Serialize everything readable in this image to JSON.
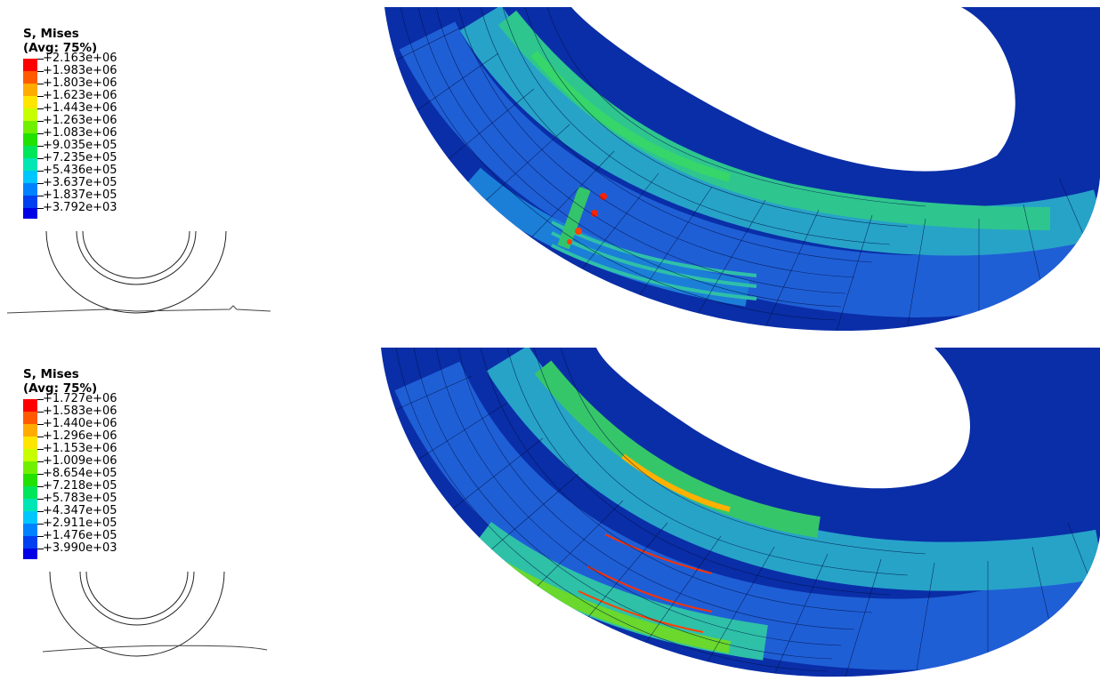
{
  "panels": [
    {
      "legend": {
        "title": "S, Mises",
        "subtitle": "(Avg: 75%)",
        "values": [
          "+2.163e+06",
          "+1.983e+06",
          "+1.803e+06",
          "+1.623e+06",
          "+1.443e+06",
          "+1.263e+06",
          "+1.083e+06",
          "+9.035e+05",
          "+7.235e+05",
          "+5.436e+05",
          "+3.637e+05",
          "+1.837e+05",
          "+3.792e+03"
        ]
      }
    },
    {
      "legend": {
        "title": "S, Mises",
        "subtitle": "(Avg: 75%)",
        "values": [
          "+1.727e+06",
          "+1.583e+06",
          "+1.440e+06",
          "+1.296e+06",
          "+1.153e+06",
          "+1.009e+06",
          "+8.654e+05",
          "+7.218e+05",
          "+5.783e+05",
          "+4.347e+05",
          "+2.911e+05",
          "+1.476e+05",
          "+3.990e+03"
        ]
      }
    }
  ],
  "colors": {
    "contour_scale": [
      "#ff0000",
      "#ff5a00",
      "#ffab00",
      "#ffe600",
      "#c8ff00",
      "#70f000",
      "#22e000",
      "#00e65a",
      "#00e6b4",
      "#00c6ff",
      "#0082ff",
      "#0040f0",
      "#0000e6"
    ],
    "tire_dark": "#0a2ea8",
    "tire_mid": "#1f5fd6",
    "tire_light": "#27a3c8",
    "tire_green": "#36c66a"
  }
}
